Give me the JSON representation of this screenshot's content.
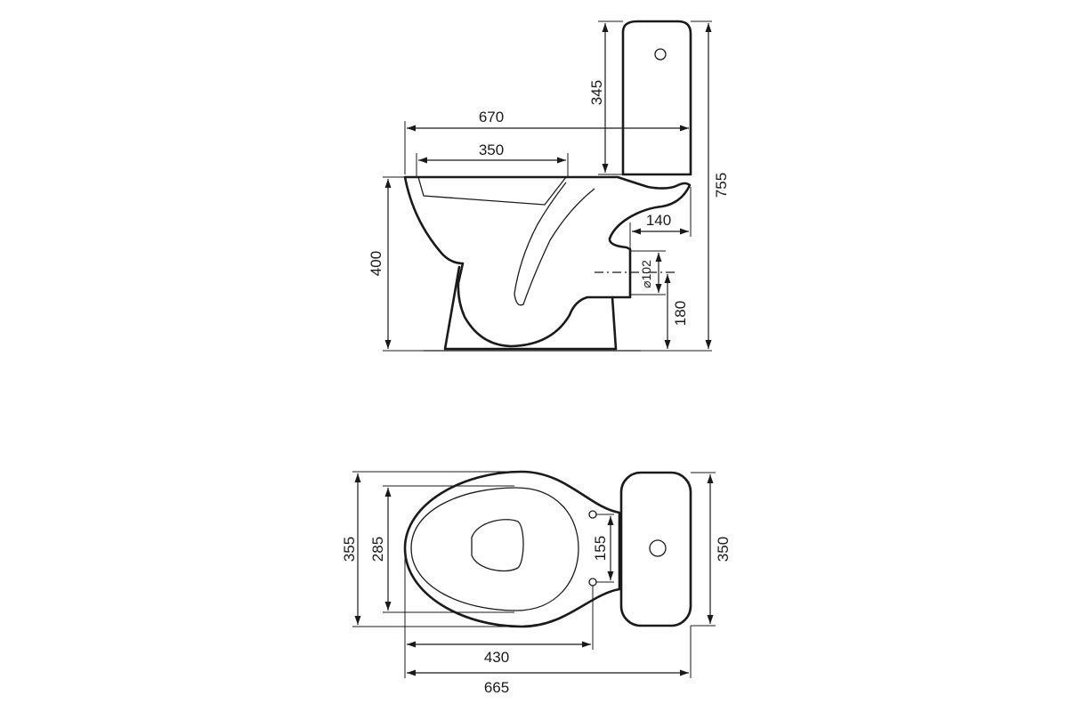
{
  "side_view": {
    "dims": {
      "total_length": "670",
      "seat_opening": "350",
      "tank_height": "345",
      "total_height": "755",
      "bowl_height": "400",
      "outlet_setback": "140",
      "outlet_diameter": "⌀102",
      "outlet_height": "180"
    }
  },
  "top_view": {
    "dims": {
      "bowl_width": "355",
      "seat_width": "285",
      "hinge_spacing": "155",
      "tank_width": "350",
      "bowl_length": "430",
      "total_length": "665"
    }
  },
  "colors": {
    "line": "#1a1a1a",
    "background": "#ffffff"
  }
}
